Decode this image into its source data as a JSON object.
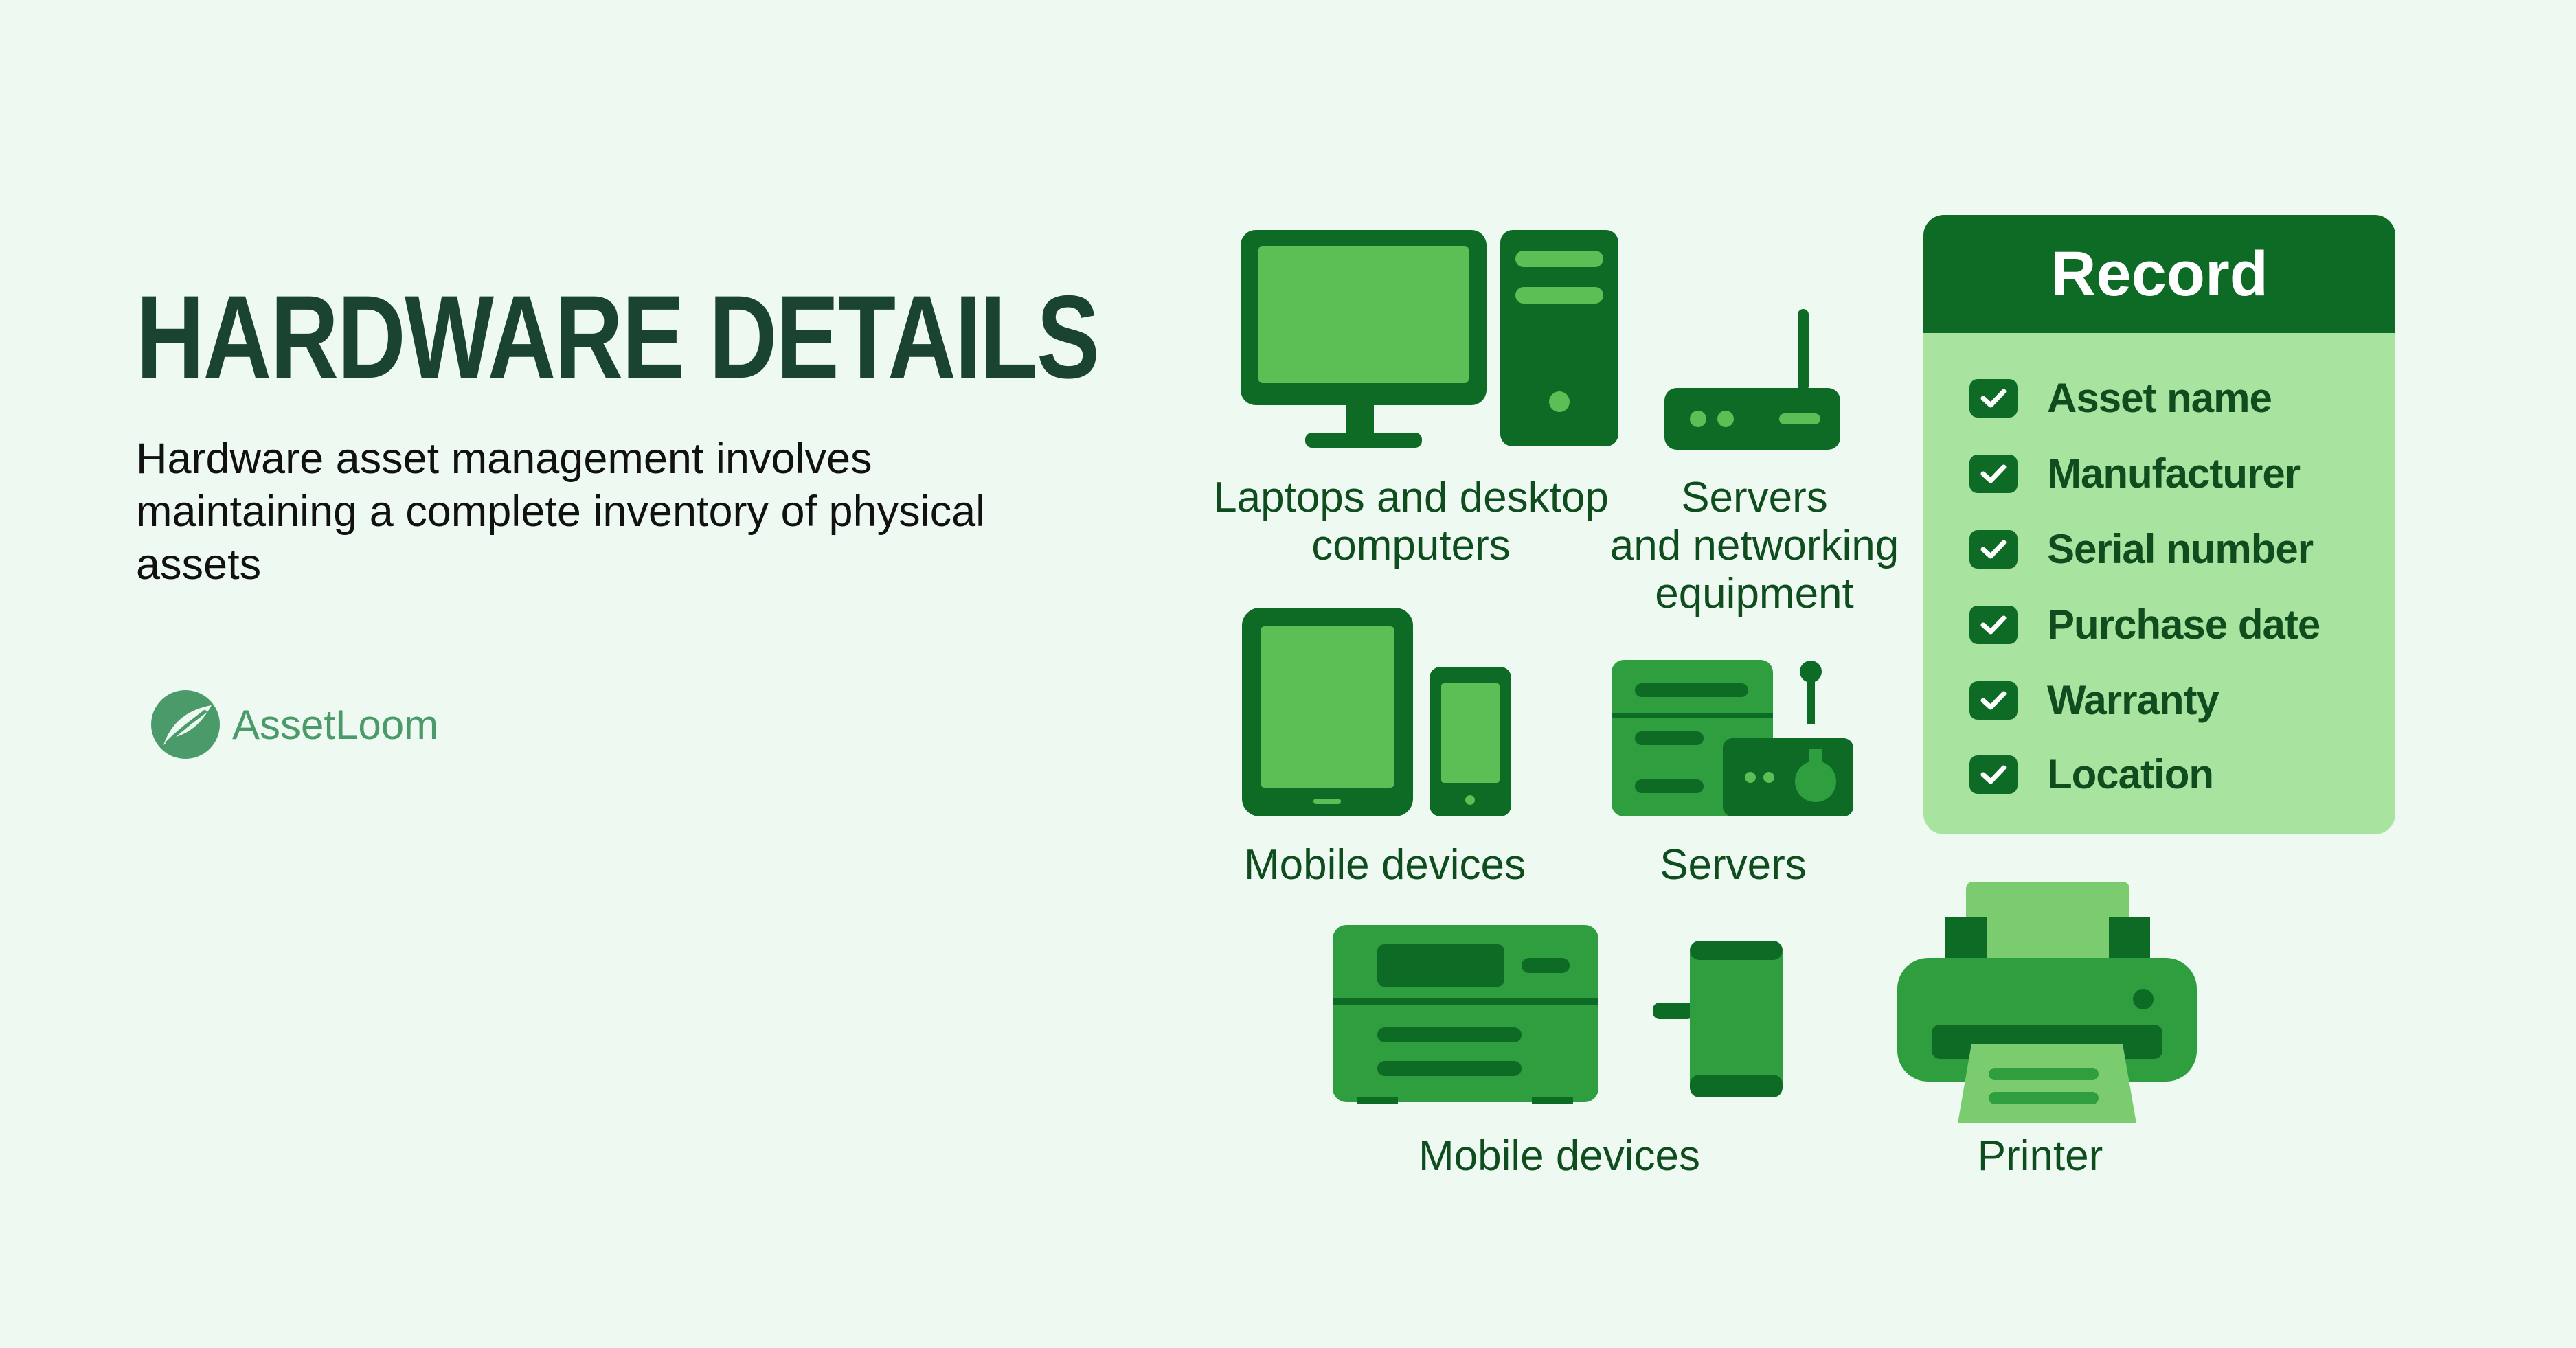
{
  "header": {
    "title": "HARDWARE DETAILS",
    "description": "Hardware asset management involves maintaining a complete inventory of physical assets"
  },
  "brand": {
    "name": "AssetLoom",
    "icon": "leaf-logo-icon"
  },
  "categories": [
    {
      "label_lines": [
        "Laptops and desktop",
        "computers"
      ],
      "icon": "desktop-computer-icon"
    },
    {
      "label_lines": [
        "Servers",
        "and networking",
        "equipment"
      ],
      "icon": "router-icon"
    },
    {
      "label_lines": [
        "Mobile devices"
      ],
      "icon": "tablet-phone-icon"
    },
    {
      "label_lines": [
        "Servers"
      ],
      "icon": "server-rack-icon"
    },
    {
      "label_lines": [
        "Mobile devices"
      ],
      "icon": "device-icon"
    },
    {
      "label_lines": [
        "Printer"
      ],
      "icon": "printer-icon"
    }
  ],
  "record": {
    "title": "Record",
    "items": [
      "Asset name",
      "Manufacturer",
      "Serial number",
      "Purchase date",
      "Warranty",
      "Location"
    ]
  },
  "colors": {
    "background": "#eefaf1",
    "title": "#1b4332",
    "dark_green": "#0d6b26",
    "mid_green": "#2e9e3e",
    "light_green": "#5cbf55",
    "card": "#a8e3a0"
  }
}
